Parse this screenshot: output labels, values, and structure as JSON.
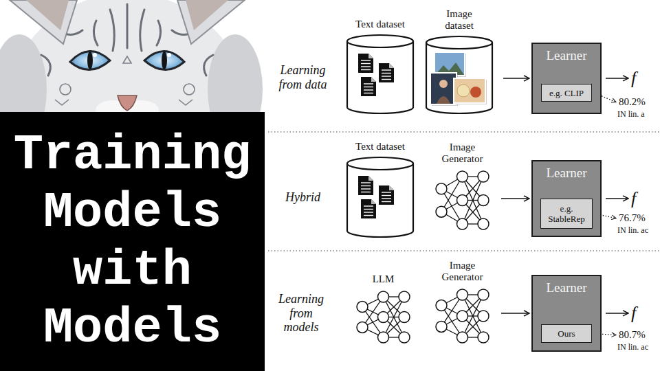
{
  "diagram": {
    "nodes": [
      {
        "text": [
          "Training Models with Models"
        ]
      },
      {
        "text": [
          "Text dataset"
        ]
      },
      {
        "text": [
          "Image dataset"
        ]
      },
      {
        "text": [
          "Learner"
        ]
      },
      {
        "text": [
          "e.g. CLIP"
        ],
        "in": 3
      },
      {
        "text": [
          "Text dataset"
        ]
      },
      {
        "text": [
          "Image Generator"
        ]
      },
      {
        "text": [
          "Learner"
        ]
      },
      {
        "text": [
          "e.g. StableRep"
        ],
        "in": 7
      },
      {
        "text": [
          "LLM"
        ]
      },
      {
        "text": [
          "Image Generator"
        ]
      },
      {
        "text": [
          "Learner"
        ]
      },
      {
        "text": [
          "Ours"
        ],
        "in": 11
      }
    ],
    "edges": [
      {
        "from": 2,
        "to": 3,
        "arrow": "to"
      },
      {
        "from": 6,
        "to": 7,
        "arrow": "to"
      },
      {
        "from": 10,
        "to": 11,
        "arrow": "to"
      }
    ],
    "labels": [
      "Learning from data",
      "f",
      "80.2%",
      "IN lin. a",
      "Hybrid",
      "f",
      "76.7%",
      "IN lin. ac",
      "Learning from models",
      "f",
      "80.7%",
      "IN lin. ac"
    ]
  }
}
